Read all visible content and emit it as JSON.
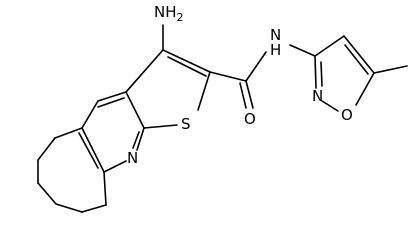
{
  "molecule": {
    "atom_labels": {
      "nh2": "NH2",
      "nh2_main": "NH",
      "nh2_sub": "2",
      "s": "S",
      "n_pyridine": "N",
      "o_carbonyl": "O",
      "nh_amide": "N",
      "h_amide": "H",
      "n_isoxazole": "N",
      "o_isoxazole": "O"
    },
    "colors": {
      "bond": "#000000",
      "text": "#000000",
      "background": "#ffffff"
    }
  }
}
